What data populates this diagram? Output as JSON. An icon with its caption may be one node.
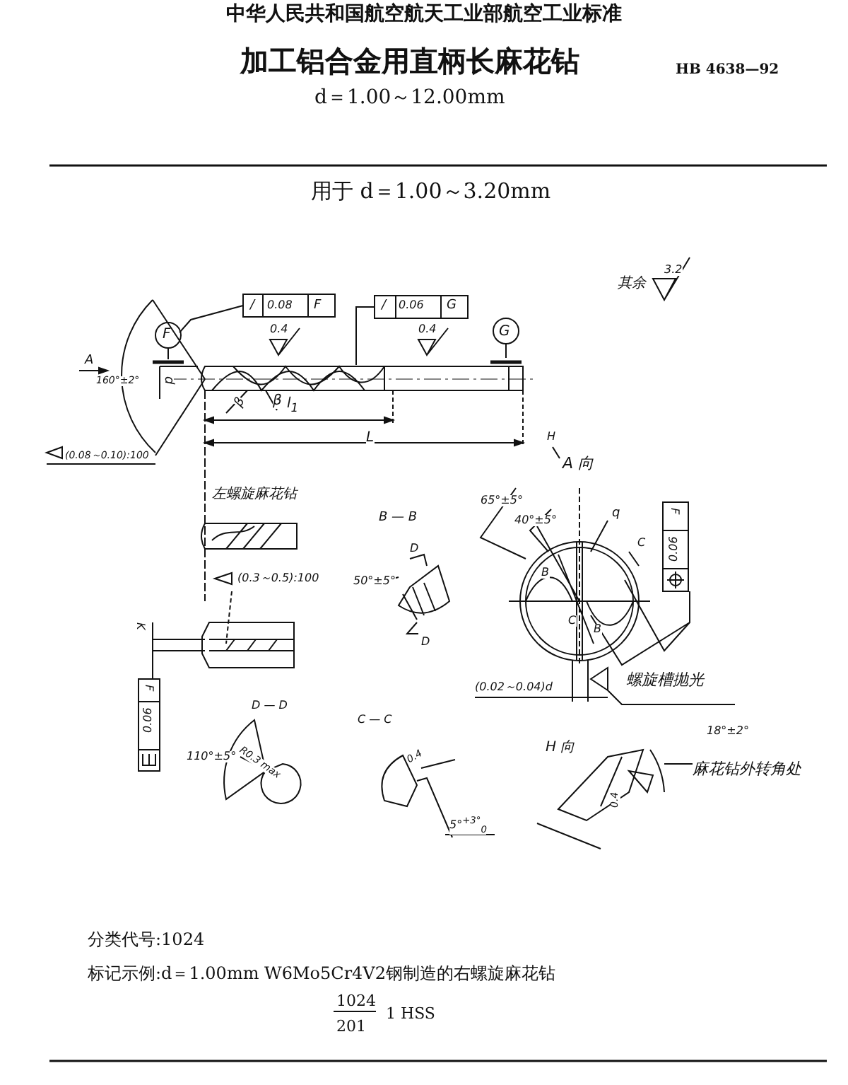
{
  "diagram": {
    "title": "加工铝合金用直柄长麻花钻",
    "labels": [
      "中华人民共和国航空航天工业部航空工业标准",
      "HB 4638—92",
      "d＝1.00～12.00mm",
      "用于 d＝1.00～3.20mm",
      "其余",
      "3.2",
      "/",
      "0.08",
      "F",
      "/",
      "0.06",
      "G",
      "F",
      "0.4",
      "0.4",
      "G",
      "A",
      "160°±2°",
      "d",
      "β",
      "β",
      "l$_{1}$",
      "L",
      "H",
      "A 向",
      "(0.08～0.10):100",
      "左螺旋麻花钻",
      "(0.3～0.5):100",
      "K",
      "F",
      "0.06",
      "B — B",
      "D",
      "50°±5°",
      "D",
      "65°±5°",
      "40°±5°",
      "q",
      "C",
      "B",
      "C",
      "B",
      "F",
      "0.06",
      "(0.02～0.04)d",
      "螺旋槽抛光",
      "D — D",
      "110°±5°",
      "R0.3 max",
      "C — C",
      "0.4",
      "5°$^{+3°}$$_{0}$",
      "H 向",
      "18°±2°",
      "麻花钻外转角处",
      "0.4",
      "分类代号:1024",
      "标记示例:d＝1.00mm W6Mo5Cr4V2钢制造的右螺旋麻花钻",
      "1024",
      "201",
      "1 HSS"
    ]
  }
}
